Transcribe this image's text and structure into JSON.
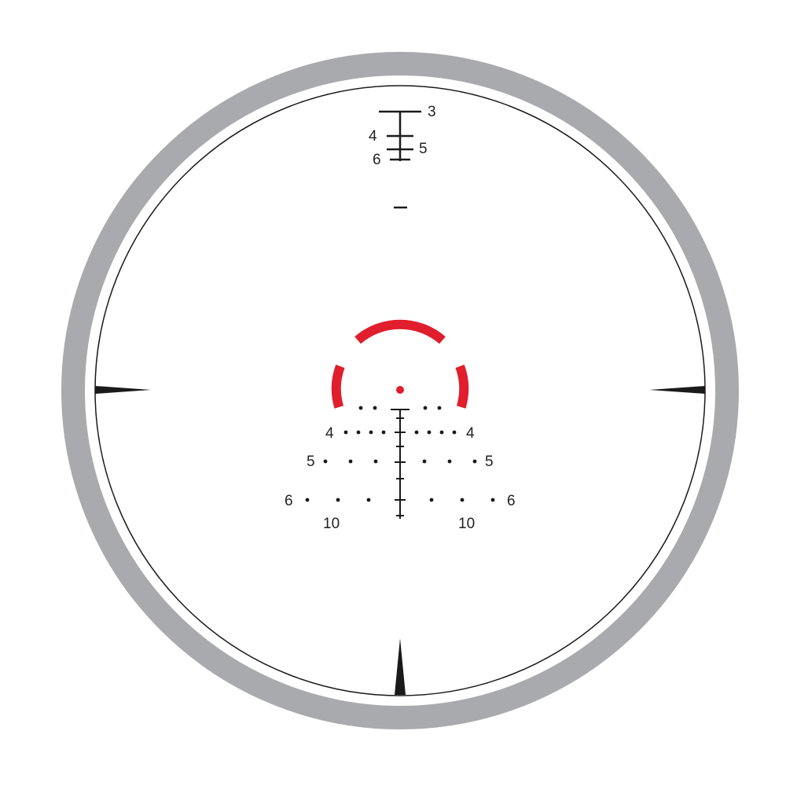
{
  "colors": {
    "outer_ring": "#a8aaad",
    "reticle_ink": "#1a1a1a",
    "illumination": "#e01e2d",
    "background": "#ffffff"
  },
  "top_ladder": {
    "labels": {
      "a": "3",
      "b": "4",
      "c": "5",
      "d": "6"
    }
  },
  "holdover": {
    "row_4": {
      "left": "4",
      "right": "4"
    },
    "row_5": {
      "left": "5",
      "right": "5"
    },
    "row_6": {
      "left": "6",
      "right": "6"
    },
    "row_10": {
      "left": "10",
      "right": "10"
    }
  }
}
